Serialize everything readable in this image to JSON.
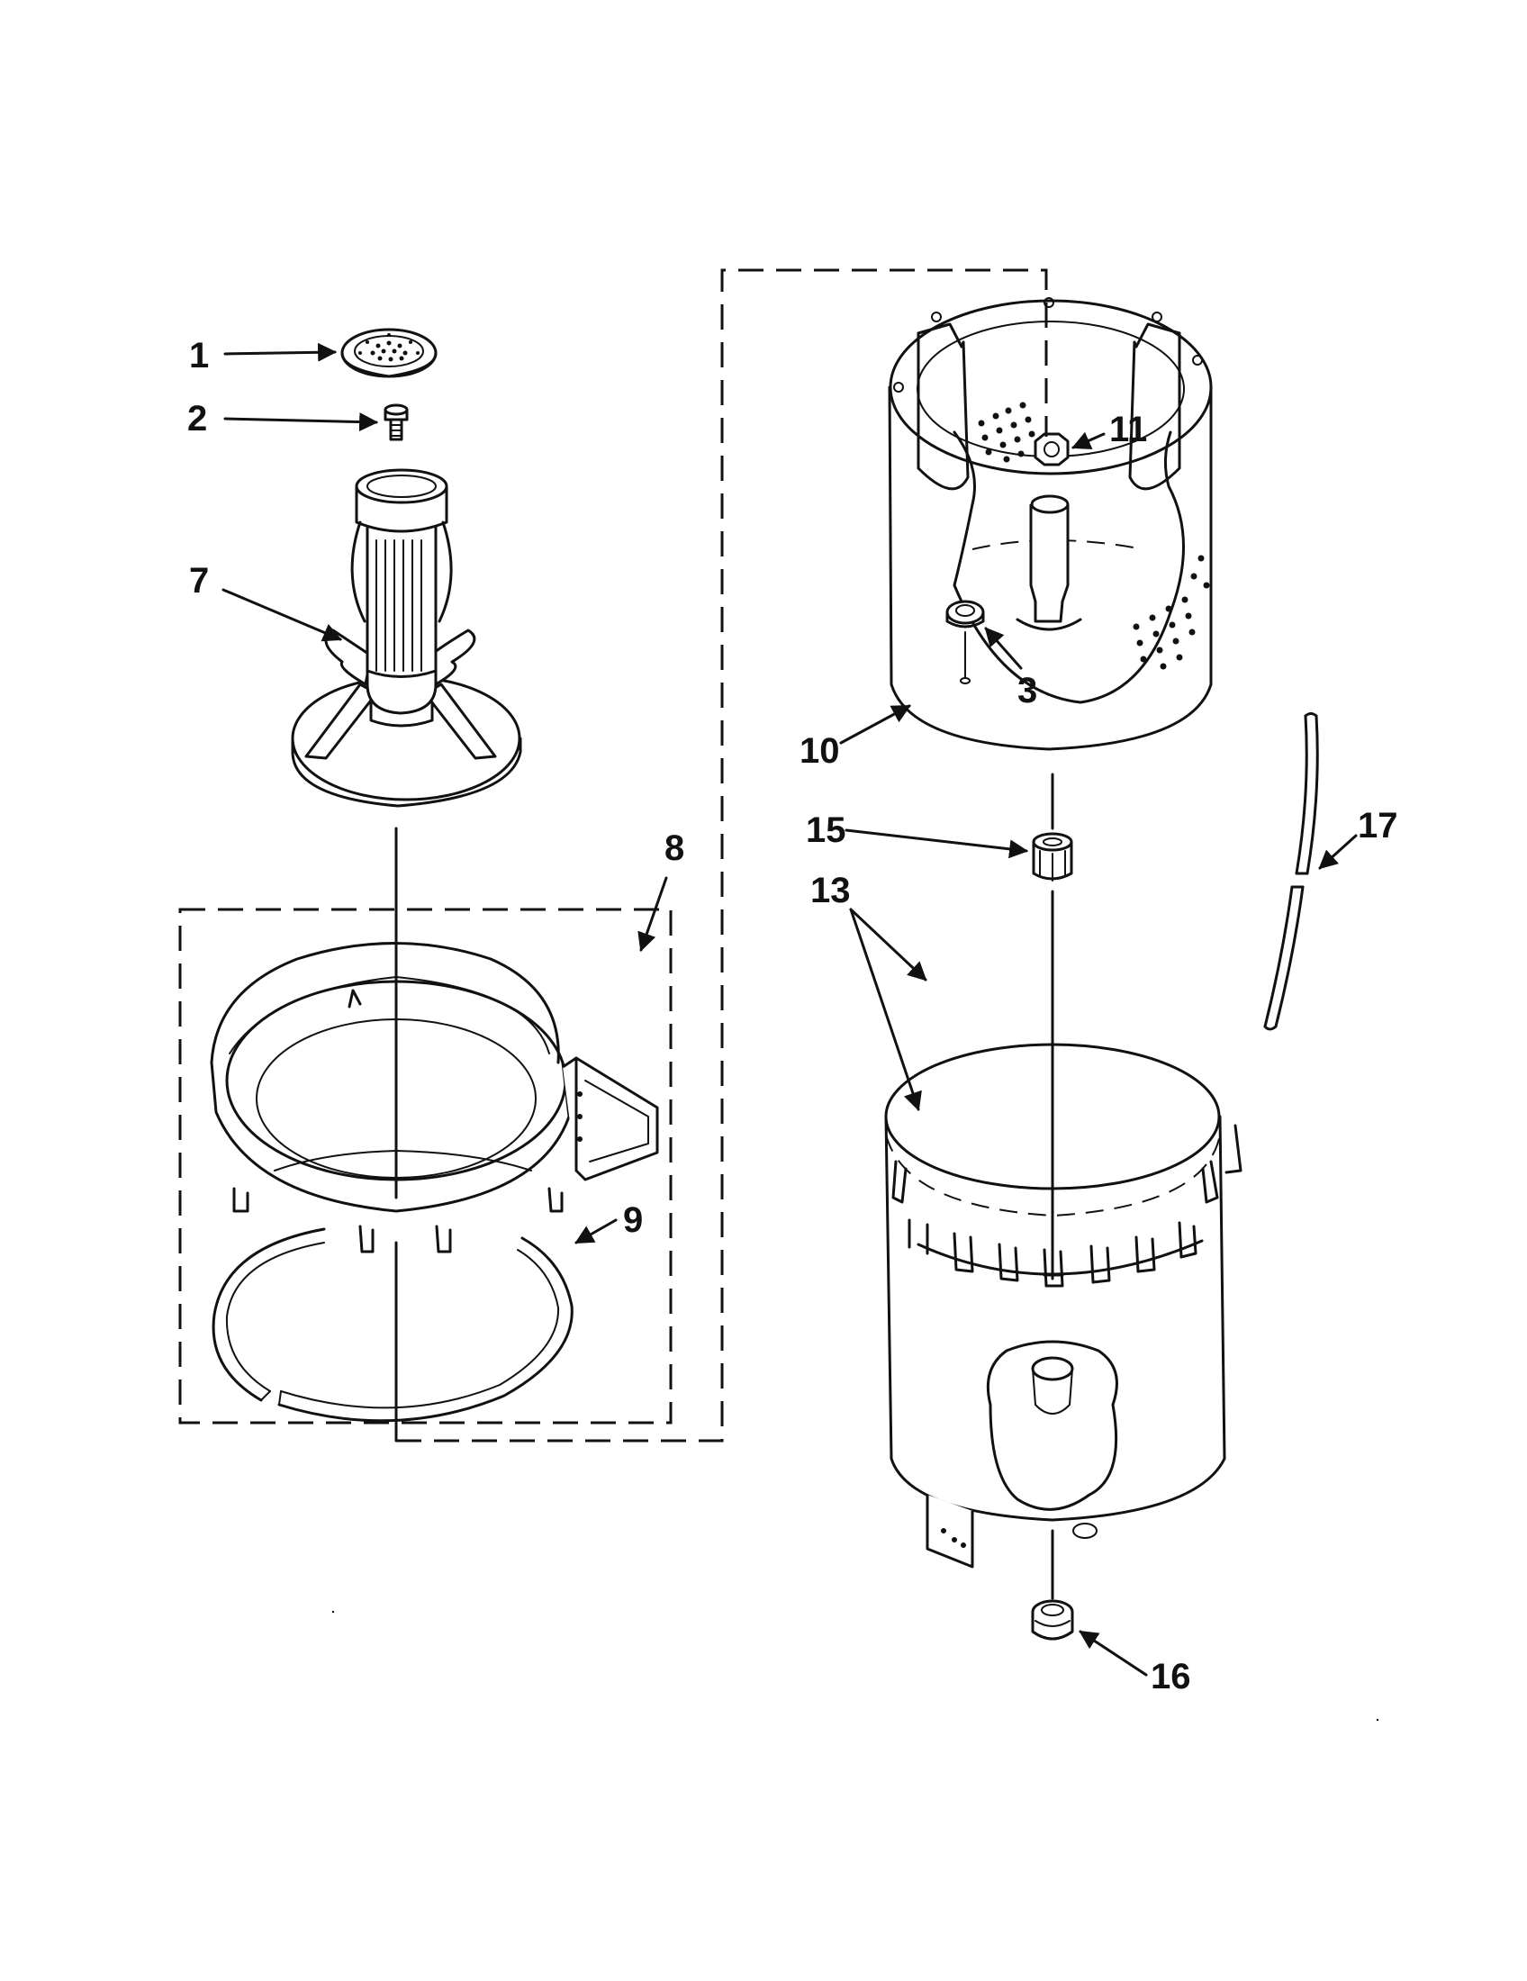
{
  "callouts": {
    "c1": "1",
    "c2": "2",
    "c3": "3",
    "c7": "7",
    "c8": "8",
    "c9": "9",
    "c10": "10",
    "c11": "11",
    "c13": "13",
    "c15": "15",
    "c16": "16",
    "c17": "17"
  },
  "colors": {
    "ink": "#111111",
    "paper": "#ffffff"
  }
}
